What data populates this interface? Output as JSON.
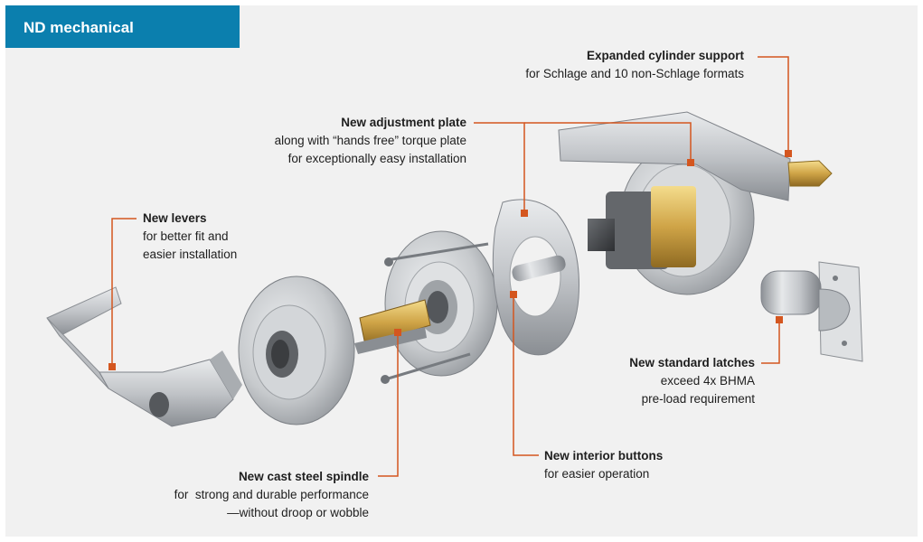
{
  "banner": {
    "title": "ND mechanical"
  },
  "callouts": {
    "cylinder": {
      "title": "Expanded cylinder support",
      "lines": [
        "for Schlage and 10 non-Schlage formats"
      ]
    },
    "plate": {
      "title": "New adjustment plate",
      "lines": [
        "along with “hands free” torque plate",
        "for exceptionally easy installation"
      ]
    },
    "levers": {
      "title": "New levers",
      "lines": [
        "for better fit and",
        "easier installation"
      ]
    },
    "latches": {
      "title": "New standard latches",
      "lines": [
        "exceed 4x BHMA",
        "pre-load requirement"
      ]
    },
    "buttons": {
      "title": "New interior buttons",
      "lines": [
        "for easier operation"
      ]
    },
    "spindle": {
      "title": "New cast steel spindle",
      "lines": [
        "for  strong and durable performance",
        "—without droop or wobble"
      ]
    }
  },
  "colors": {
    "banner": "#0b7fae",
    "leader": "#d4561f",
    "panel": "#f1f1f1",
    "metal": "#c4c7cb",
    "brass": "#cfa447"
  }
}
